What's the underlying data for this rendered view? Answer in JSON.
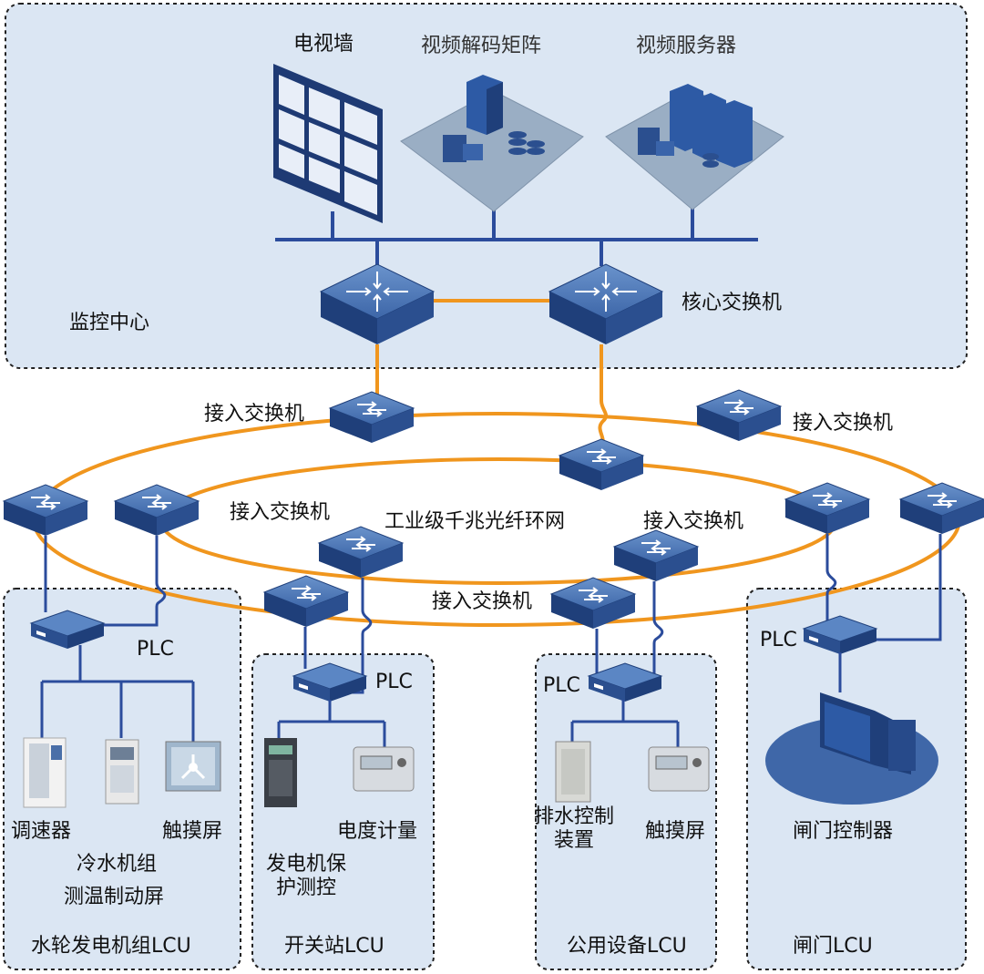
{
  "monitor_center": {
    "label": "监控中心",
    "tv_wall": "电视墙",
    "video_decoder": "视频解码矩阵",
    "video_server": "视频服务器",
    "core_switch": "核心交换机"
  },
  "network": {
    "ring_label": "工业级千兆光纤环网",
    "access_switch": "接入交换机"
  },
  "plc": "PLC",
  "units": {
    "turbine": {
      "name": "水轮发电机组LCU",
      "governor": "调速器",
      "touch_screen": "触摸屏",
      "cooling": "冷水机组",
      "temp_brake": "测温制动屏"
    },
    "switch_station": {
      "name": "开关站LCU",
      "generator_protection": "发电机保护测控",
      "energy_meter": "电度计量"
    },
    "public_equipment": {
      "name": "公用设备LCU",
      "drainage_control": "排水控制装置",
      "touch_screen": "触摸屏"
    },
    "gate": {
      "name": "闸门LCU",
      "gate_controller": "闸门控制器"
    }
  },
  "colors": {
    "panel_bg": "#dbe6f3",
    "bus_blue": "#2b4c9c",
    "fiber_orange": "#f0961e",
    "switch_top": "#4d79b8",
    "switch_side": "#1f3f7a"
  },
  "icons": [
    "tv-wall-icon",
    "server-cluster-icon",
    "core-switch-icon",
    "access-switch-icon",
    "plc-icon",
    "governor-icon",
    "meter-icon",
    "touch-screen-icon",
    "protection-device-icon",
    "drainage-panel-icon",
    "gate-icon"
  ]
}
